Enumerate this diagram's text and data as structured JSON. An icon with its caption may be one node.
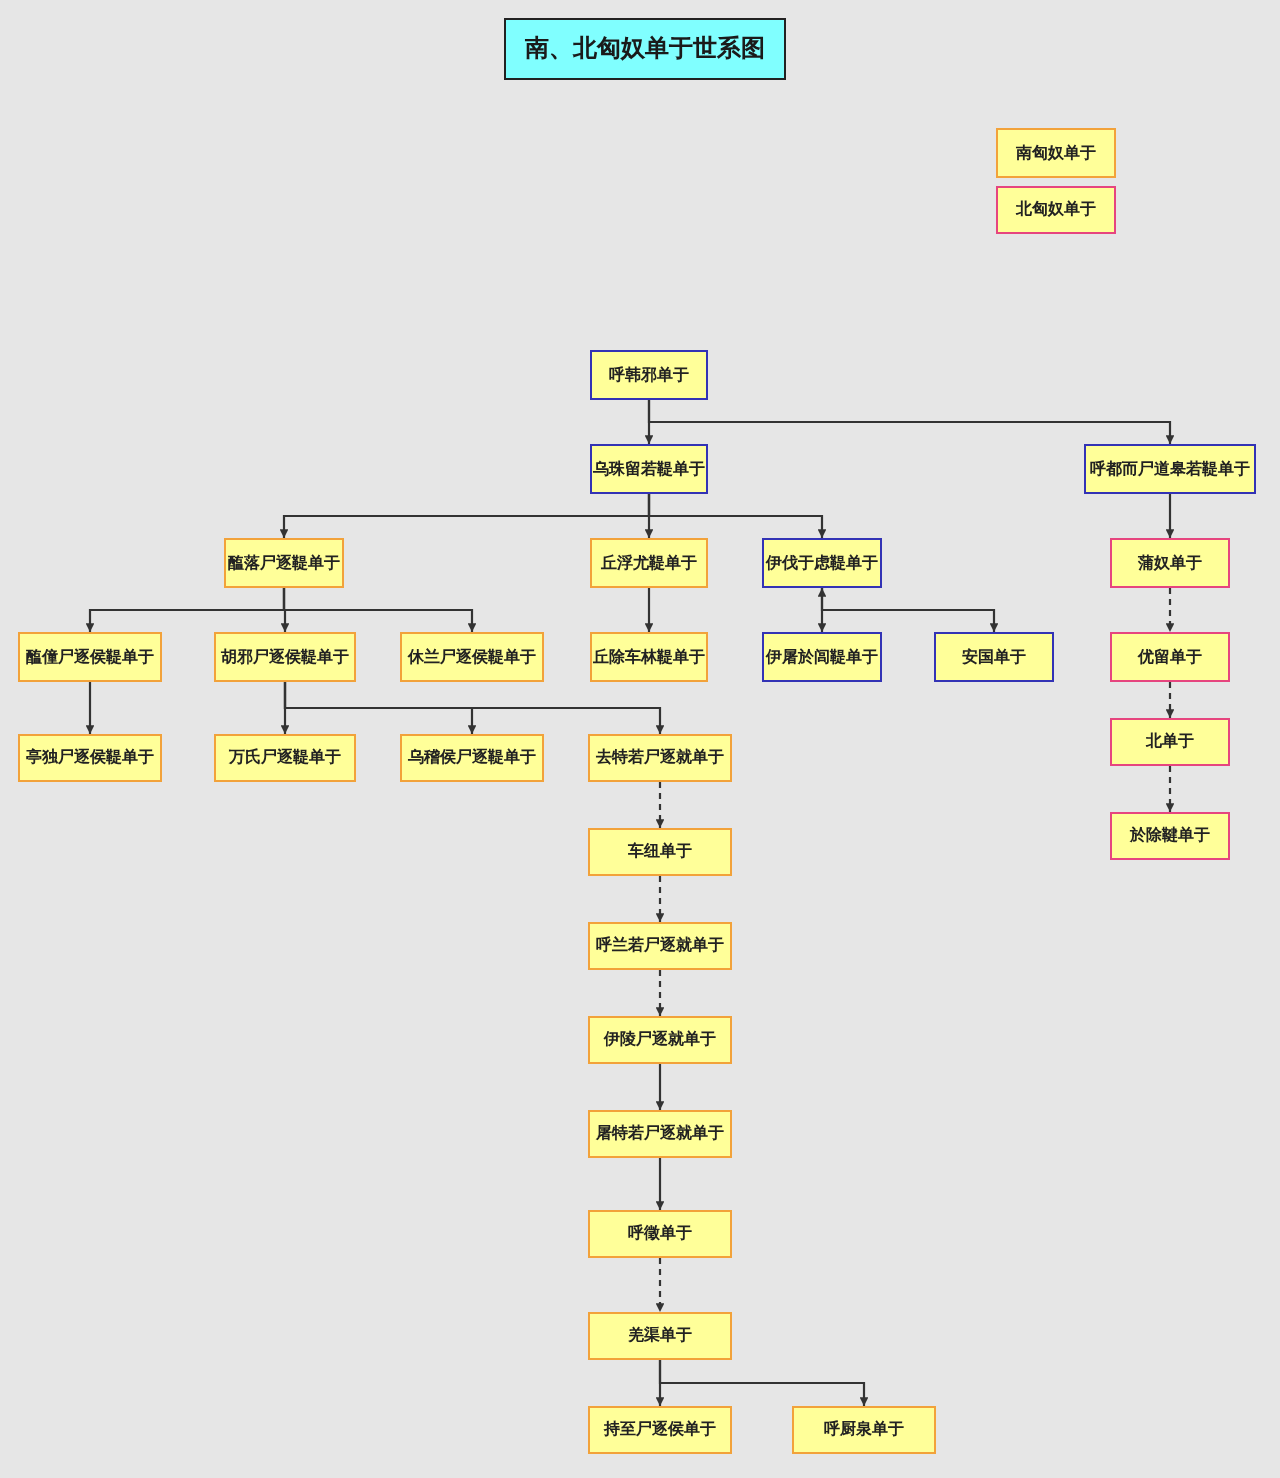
{
  "diagram": {
    "title": "南、北匈奴单于世系图",
    "nodes": [
      {
        "text": [
          "呼韩邪单于"
        ]
      },
      {
        "text": [
          "乌珠留若鞮单于"
        ]
      },
      {
        "text": [
          "呼都而尸道皋若鞮单于"
        ]
      },
      {
        "text": [
          "醢落尸逐鞮单于"
        ]
      },
      {
        "text": [
          "丘浮尤鞮单于"
        ]
      },
      {
        "text": [
          "伊伐于虑鞮单于"
        ]
      },
      {
        "text": [
          "蒲奴单于"
        ]
      },
      {
        "text": [
          "醢僮尸逐侯鞮单于"
        ]
      },
      {
        "text": [
          "胡邪尸逐侯鞮单于"
        ]
      },
      {
        "text": [
          "休兰尸逐侯鞮单于"
        ]
      },
      {
        "text": [
          "丘除车林鞮单于"
        ]
      },
      {
        "text": [
          "伊屠於闾鞮单于"
        ]
      },
      {
        "text": [
          "安国单于"
        ]
      },
      {
        "text": [
          "优留单于"
        ]
      },
      {
        "text": [
          "亭独尸逐侯鞮单于"
        ]
      },
      {
        "text": [
          "万氏尸逐鞮单于"
        ]
      },
      {
        "text": [
          "乌稽侯尸逐鞮单于"
        ]
      },
      {
        "text": [
          "去特若尸逐就单于"
        ]
      },
      {
        "text": [
          "北单于"
        ]
      },
      {
        "text": [
          "於除鞬单于"
        ]
      },
      {
        "text": [
          "车纽单于"
        ]
      },
      {
        "text": [
          "呼兰若尸逐就单于"
        ]
      },
      {
        "text": [
          "伊陵尸逐就单于"
        ]
      },
      {
        "text": [
          "屠特若尸逐就单于"
        ]
      },
      {
        "text": [
          "呼徵单于"
        ]
      },
      {
        "text": [
          "羌渠单于"
        ]
      },
      {
        "text": [
          "持至尸逐侯单于"
        ]
      },
      {
        "text": [
          "呼厨泉单于"
        ]
      }
    ],
    "edges": [
      {
        "from": 0,
        "to": 1,
        "arrow": "to"
      },
      {
        "from": 0,
        "to": 2,
        "arrow": "to"
      },
      {
        "from": 1,
        "to": 3,
        "arrow": "to"
      },
      {
        "from": 1,
        "to": 4,
        "arrow": "to"
      },
      {
        "from": 1,
        "to": 5,
        "arrow": "to"
      },
      {
        "from": 2,
        "to": 6,
        "arrow": "to"
      },
      {
        "from": 3,
        "to": 7,
        "arrow": "to"
      },
      {
        "from": 3,
        "to": 8,
        "arrow": "to"
      },
      {
        "from": 3,
        "to": 9,
        "arrow": "to"
      },
      {
        "from": 4,
        "to": 10,
        "arrow": "to"
      },
      {
        "from": 5,
        "to": 11,
        "arrow": "both"
      },
      {
        "from": 5,
        "to": 12,
        "arrow": "to"
      },
      {
        "from": 6,
        "to": 13,
        "arrow": "to",
        "style": "dashed"
      },
      {
        "from": 7,
        "to": 14,
        "arrow": "to"
      },
      {
        "from": 8,
        "to": 15,
        "arrow": "to"
      },
      {
        "from": 8,
        "to": 16,
        "arrow": "to"
      },
      {
        "from": 8,
        "to": 17,
        "arrow": "to"
      },
      {
        "from": 13,
        "to": 18,
        "arrow": "to",
        "style": "dashed"
      },
      {
        "from": 18,
        "to": 19,
        "arrow": "to",
        "style": "dashed"
      },
      {
        "from": 17,
        "to": 20,
        "arrow": "to",
        "style": "dashed"
      },
      {
        "from": 20,
        "to": 21,
        "arrow": "to",
        "style": "dashed"
      },
      {
        "from": 21,
        "to": 22,
        "arrow": "to",
        "style": "dashed"
      },
      {
        "from": 22,
        "to": 23,
        "arrow": "to"
      },
      {
        "from": 23,
        "to": 24,
        "arrow": "to"
      },
      {
        "from": 24,
        "to": 25,
        "arrow": "to",
        "style": "dashed"
      },
      {
        "from": 25,
        "to": 26,
        "arrow": "to"
      },
      {
        "from": 25,
        "to": 27,
        "arrow": "to"
      }
    ],
    "legend": [
      {
        "text": "南匈奴单于",
        "color": "#f2a23a"
      },
      {
        "text": "北匈奴单于",
        "color": "#e6457f"
      }
    ]
  }
}
